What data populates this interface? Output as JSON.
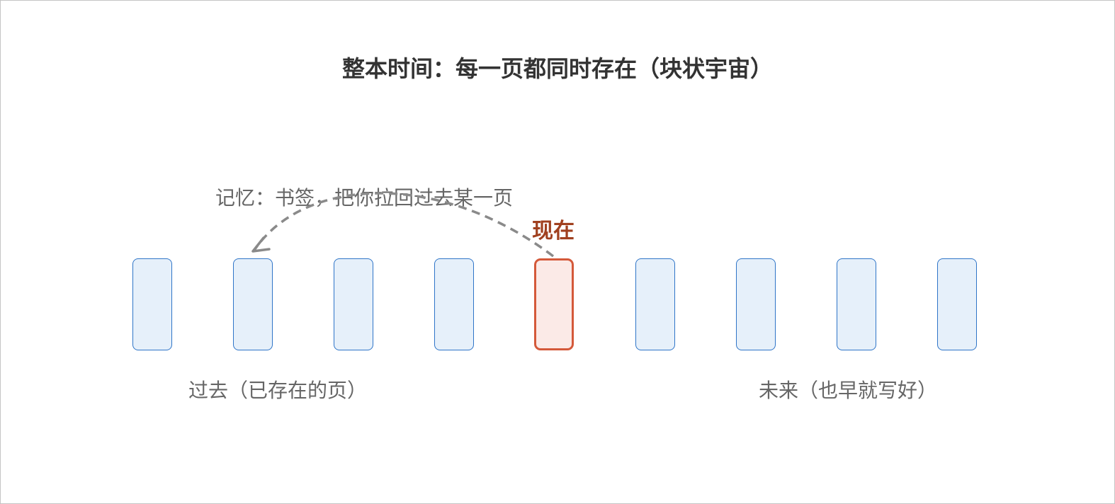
{
  "diagram": {
    "title": "整本时间：每一页都同时存在（块状宇宙）",
    "memory_label": "记忆：书签，把你拉回过去某一页",
    "now_label": "现在",
    "past_label": "过去（已存在的页）",
    "future_label": "未来（也早就写好）",
    "page_count": 9,
    "current_page_index": 4,
    "memory_target_index": 1,
    "colors": {
      "page_fill": "#e6f0fa",
      "page_border": "#2f75c8",
      "current_fill": "#fbeae7",
      "current_border": "#d4593a",
      "now_text": "#a0401f",
      "arrow": "#8a8a8a"
    }
  }
}
